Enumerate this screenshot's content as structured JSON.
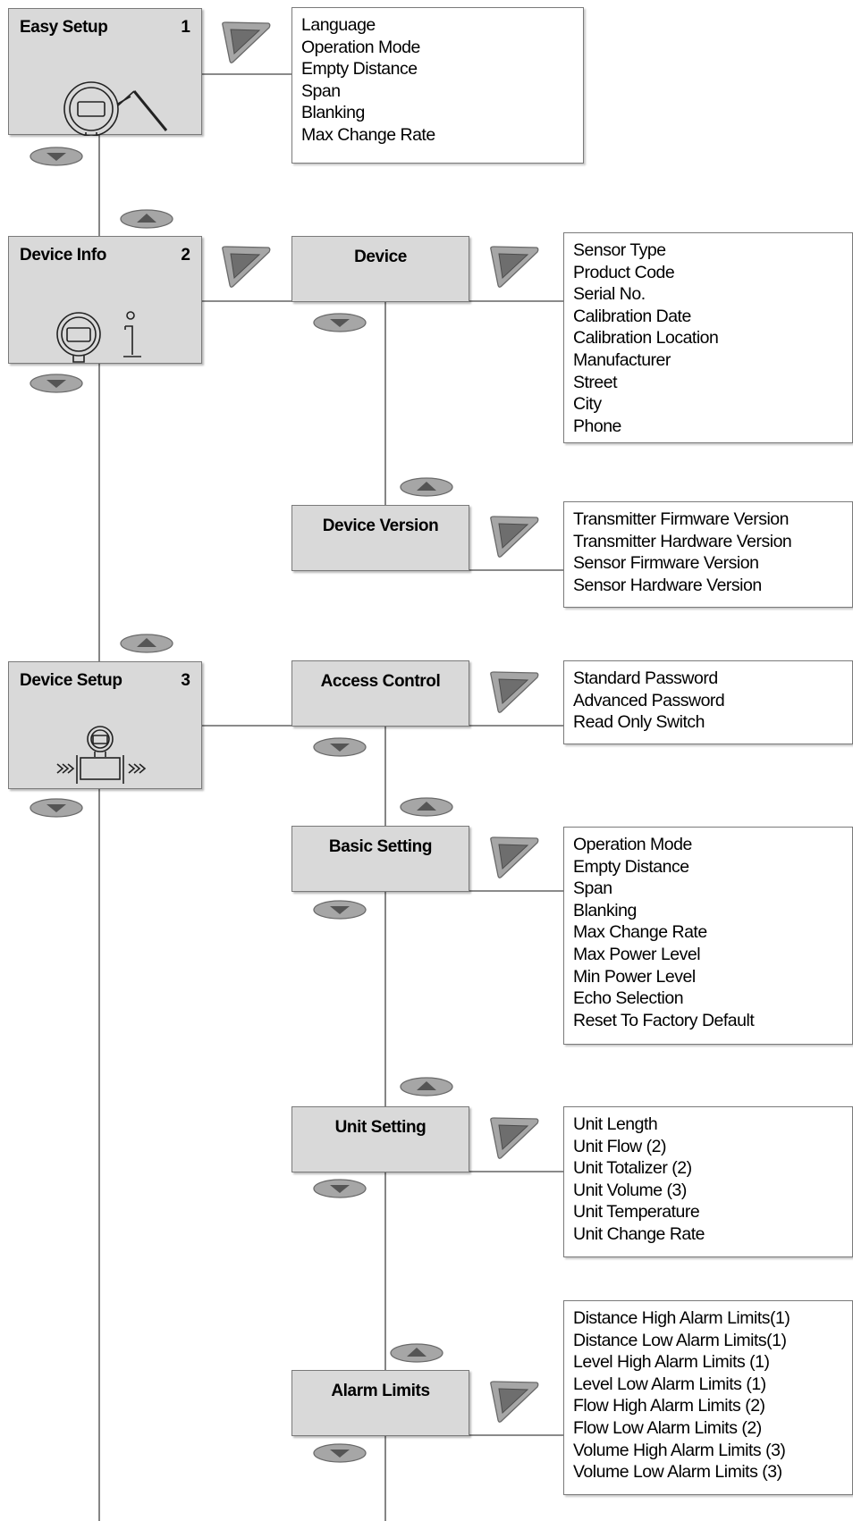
{
  "menus": [
    {
      "title": "Easy Setup",
      "number": "1",
      "icon": "wireless-transmitter-icon"
    },
    {
      "title": "Device Info",
      "number": "2",
      "icon": "device-info-icon"
    },
    {
      "title": "Device Setup",
      "number": "3",
      "icon": "flow-meter-icon"
    }
  ],
  "submenus": [
    "Device",
    "Device Version",
    "Access Control",
    "Basic Setting",
    "Unit Setting",
    "Alarm Limits"
  ],
  "lists": [
    {
      "items": [
        "Language",
        "Operation Mode",
        "Empty Distance",
        "Span",
        "Blanking",
        "Max Change Rate"
      ]
    },
    {
      "items": [
        "Sensor Type",
        "Product Code",
        "Serial No.",
        "Calibration Date",
        "Calibration Location",
        "Manufacturer",
        "Street",
        "City",
        "Phone"
      ]
    },
    {
      "items": [
        "Transmitter Firmware Version",
        "Transmitter Hardware Version",
        "Sensor Firmware Version",
        "Sensor Hardware Version"
      ]
    },
    {
      "items": [
        "Standard Password",
        "Advanced Password",
        "Read Only Switch"
      ]
    },
    {
      "items": [
        "Operation Mode",
        "Empty Distance",
        "Span",
        "Blanking",
        "Max Change Rate",
        "Max Power Level",
        "Min Power Level",
        "Echo Selection",
        "Reset To Factory Default"
      ]
    },
    {
      "items": [
        "Unit Length",
        "Unit Flow (2)",
        "Unit Totalizer (2)",
        "Unit Volume (3)",
        "Unit Temperature",
        "Unit Change Rate"
      ]
    },
    {
      "items": [
        "Distance High Alarm Limits(1)",
        "Distance Low Alarm Limits(1)",
        "Level High Alarm Limits (1)",
        "Level Low Alarm Limits (1)",
        "Flow High Alarm Limits (2)",
        "Flow Low Alarm Limits (2)",
        "Volume High Alarm Limits (3)",
        "Volume Low Alarm Limits (3)"
      ]
    }
  ],
  "button_icons": {
    "down": "down-key-icon",
    "up": "up-key-icon",
    "right": "right-key-icon"
  },
  "colors": {
    "menu_fill": "#d9d9d9",
    "border": "#7a7a7a",
    "key_fill": "#a6a6a6"
  }
}
